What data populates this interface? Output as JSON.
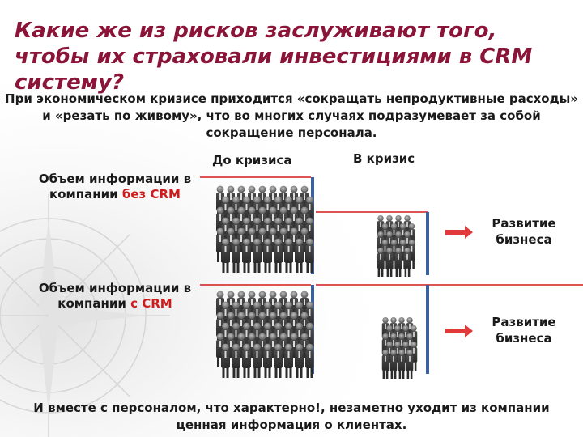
{
  "title": "Какие же из рисков заслуживают того, чтобы их страховали инвестициями в CRM систему?",
  "intro": "При экономическом кризисе приходится «сокращать непродуктивные расходы» и «резать по живому», что во многих случаях подразумевает за собой сокращение персонала.",
  "columns": {
    "before": "До кризиса",
    "during": "В кризис"
  },
  "row1": {
    "label_pre": "Объем информации в компании ",
    "label_em": "без CRM",
    "development": "Развитие бизнеса"
  },
  "row2": {
    "label_pre": "Объем информации в компании ",
    "label_em": "с CRM",
    "development": "Развитие бизнеса"
  },
  "footer": "И вместе с персоналом, что характерно!, незаметно уходит из компании ценная информация о клиентах.",
  "colors": {
    "title": "#8b1538",
    "accent_red": "#d11b1b",
    "bar_blue": "#3c5f9e",
    "arrow": "#e23a3a"
  },
  "icons": [
    "compass-watermark-icon",
    "people-crowd-icon",
    "right-arrow-icon"
  ]
}
